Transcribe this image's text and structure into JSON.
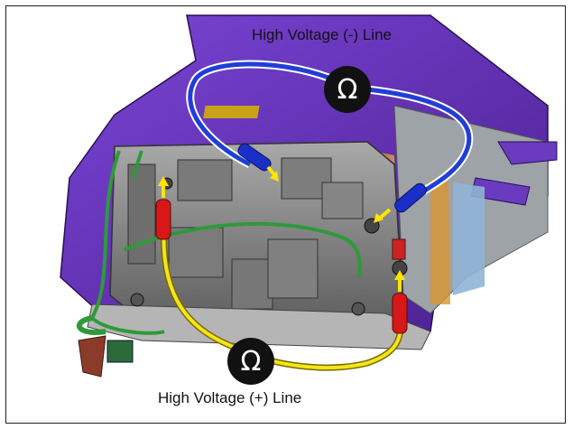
{
  "labels": {
    "negative_line": "High Voltage (-) Line",
    "positive_line": "High Voltage (+) Line",
    "ohm_symbol": "Ω"
  },
  "colors": {
    "housing_purple": "#5a2aa8",
    "negative_wire": "#1f3fd6",
    "positive_wire": "#f2e51a",
    "probe_red": "#d81818",
    "probe_blue": "#1a2fc8",
    "ground_wire": "#2e9a3a"
  },
  "icons": [
    "ohm-meter-icon",
    "ohm-meter-icon"
  ]
}
